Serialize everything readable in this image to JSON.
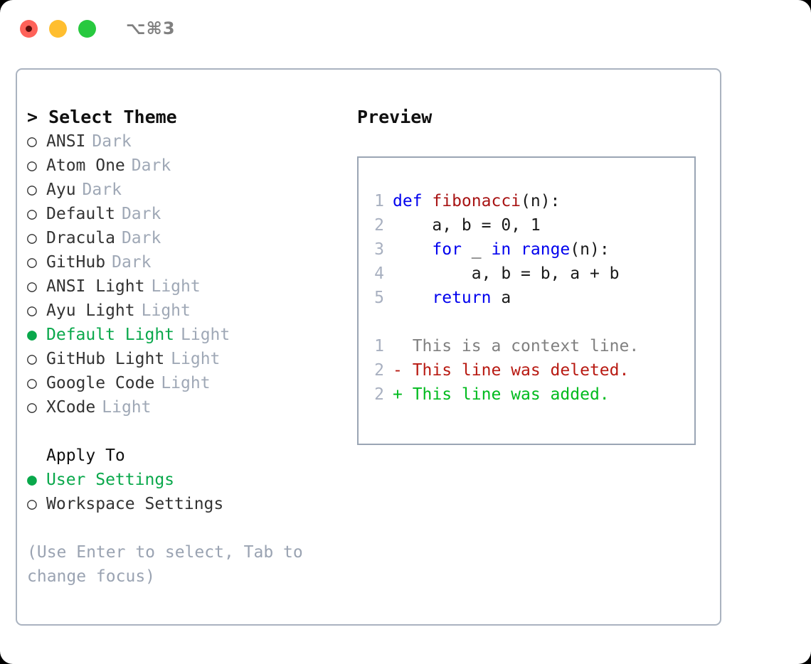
{
  "titlebar": {
    "shortcut": "⌥⌘3",
    "buttons": [
      {
        "name": "close",
        "color": "#ff6259"
      },
      {
        "name": "minimize",
        "color": "#ffbe2f"
      },
      {
        "name": "maximize",
        "color": "#28c93f"
      }
    ]
  },
  "colors": {
    "accent_green": "#09a84b",
    "muted": "#9fa8b6",
    "hint": "#9aa3b2",
    "border": "#aab3c0",
    "preview_border": "#9aa5b4",
    "keyword_blue": "#0000ee",
    "function_red": "#a81414",
    "diff_context": "#808080",
    "diff_delete": "#b81a12",
    "diff_add": "#00bb1e",
    "line_number": "#a8b0c0"
  },
  "theme_list": {
    "header": "> Select Theme",
    "header_marker": ">",
    "items": [
      {
        "marker": "○",
        "label": "ANSI",
        "kind": "Dark",
        "selected": false
      },
      {
        "marker": "○",
        "label": "Atom One",
        "kind": "Dark",
        "selected": false
      },
      {
        "marker": "○",
        "label": "Ayu",
        "kind": "Dark",
        "selected": false
      },
      {
        "marker": "○",
        "label": "Default",
        "kind": "Dark",
        "selected": false
      },
      {
        "marker": "○",
        "label": "Dracula",
        "kind": "Dark",
        "selected": false
      },
      {
        "marker": "○",
        "label": "GitHub",
        "kind": "Dark",
        "selected": false
      },
      {
        "marker": "○",
        "label": "ANSI Light",
        "kind": "Light",
        "selected": false
      },
      {
        "marker": "○",
        "label": "Ayu Light",
        "kind": "Light",
        "selected": false
      },
      {
        "marker": "●",
        "label": "Default Light",
        "kind": "Light",
        "selected": true
      },
      {
        "marker": "○",
        "label": "GitHub Light",
        "kind": "Light",
        "selected": false
      },
      {
        "marker": "○",
        "label": "Google Code",
        "kind": "Light",
        "selected": false
      },
      {
        "marker": "○",
        "label": "XCode",
        "kind": "Light",
        "selected": false
      }
    ]
  },
  "apply_to": {
    "header": "Apply To",
    "items": [
      {
        "marker": "●",
        "label": "User Settings",
        "selected": true
      },
      {
        "marker": "○",
        "label": "Workspace Settings",
        "selected": false
      }
    ]
  },
  "hint": "(Use Enter to select, Tab to change focus)",
  "preview": {
    "title": "Preview",
    "code_lines": [
      {
        "number": "1",
        "tokens": [
          {
            "text": "def ",
            "style": "kw"
          },
          {
            "text": "fibonacci",
            "style": "fn"
          },
          {
            "text": "(n):",
            "style": "plain"
          }
        ]
      },
      {
        "number": "2",
        "tokens": [
          {
            "text": "    a, b = 0, 1",
            "style": "plain"
          }
        ]
      },
      {
        "number": "3",
        "tokens": [
          {
            "text": "    ",
            "style": "plain"
          },
          {
            "text": "for",
            "style": "kw"
          },
          {
            "text": " _ ",
            "style": "plain"
          },
          {
            "text": "in",
            "style": "kw"
          },
          {
            "text": " ",
            "style": "plain"
          },
          {
            "text": "range",
            "style": "kw"
          },
          {
            "text": "(n):",
            "style": "plain"
          }
        ]
      },
      {
        "number": "4",
        "tokens": [
          {
            "text": "        a, b = b, a + b",
            "style": "plain"
          }
        ]
      },
      {
        "number": "5",
        "tokens": [
          {
            "text": "    ",
            "style": "plain"
          },
          {
            "text": "return",
            "style": "kw"
          },
          {
            "text": " a",
            "style": "plain"
          }
        ]
      }
    ],
    "diff_lines": [
      {
        "number": "1",
        "text": "  This is a context line.",
        "kind": "context"
      },
      {
        "number": "2",
        "text": "- This line was deleted.",
        "kind": "delete"
      },
      {
        "number": "2",
        "text": "+ This line was added.",
        "kind": "add"
      }
    ]
  }
}
